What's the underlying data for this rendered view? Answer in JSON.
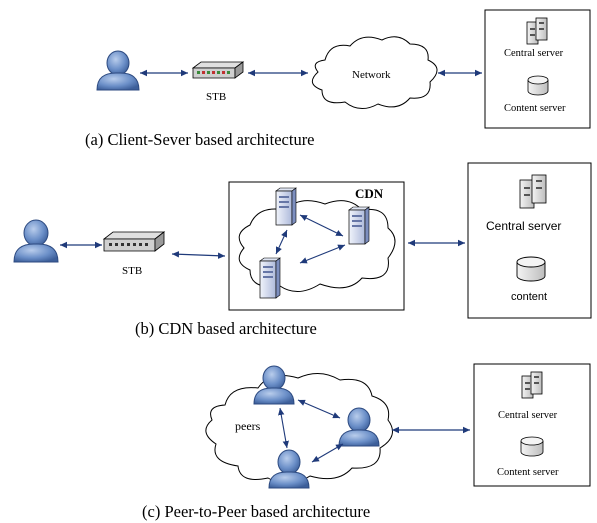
{
  "panels": {
    "a": {
      "caption": "(a) Client-Sever based architecture",
      "stb_label": "STB",
      "network_label": "Network",
      "central_label": "Central server",
      "content_label": "Content server"
    },
    "b": {
      "caption": "(b) CDN based architecture",
      "stb_label": "STB",
      "cdn_label": "CDN",
      "central_label": "Central server",
      "content_label": "content"
    },
    "c": {
      "caption": "(c) Peer-to-Peer based architecture",
      "peers_label": "peers",
      "central_label": "Central server",
      "content_label": "Content server"
    }
  },
  "icons": {
    "user": "user-icon",
    "stb": "set-top-box-icon",
    "server": "server-tower-icon",
    "database": "database-icon",
    "cloud": "cloud-icon"
  },
  "colors": {
    "user_fill": "#6b8fc8",
    "server_fill": "#cfd8ee",
    "stroke": "#000000",
    "arrow": "#1f3a7a",
    "db_fill": "#e6e6e6"
  }
}
